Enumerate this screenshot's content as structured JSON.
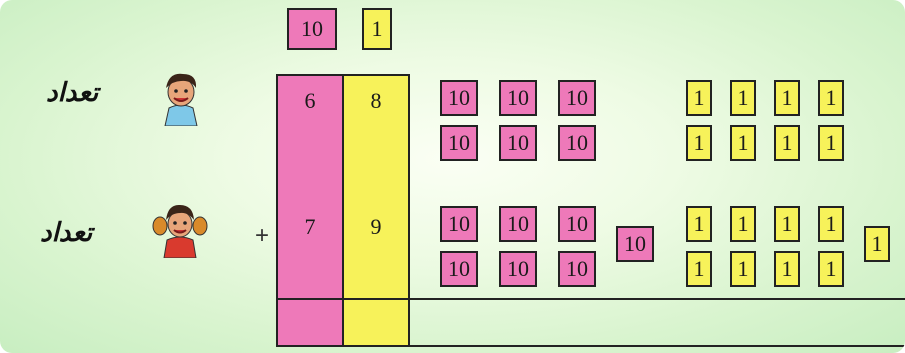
{
  "header": {
    "tens_label": "10",
    "ones_label": "1"
  },
  "label_text": "تعداد",
  "plus_sign": "+",
  "columns": {
    "tens": {
      "digits": [
        "6",
        "7"
      ]
    },
    "ones": {
      "digits": [
        "8",
        "9"
      ]
    }
  },
  "tile_values": {
    "ten": "10",
    "one": "1"
  },
  "counts": {
    "row1_tens": 6,
    "row1_ones": 8,
    "row2_tens": 6,
    "row2_ones": 8,
    "carry_tens": 1,
    "carry_ones": 1
  },
  "icons": {
    "boy": "boy-icon",
    "girl": "girl-icon"
  },
  "colors": {
    "tens": "#ee79b9",
    "ones": "#f7f25a",
    "background": "#d9f4cf"
  }
}
